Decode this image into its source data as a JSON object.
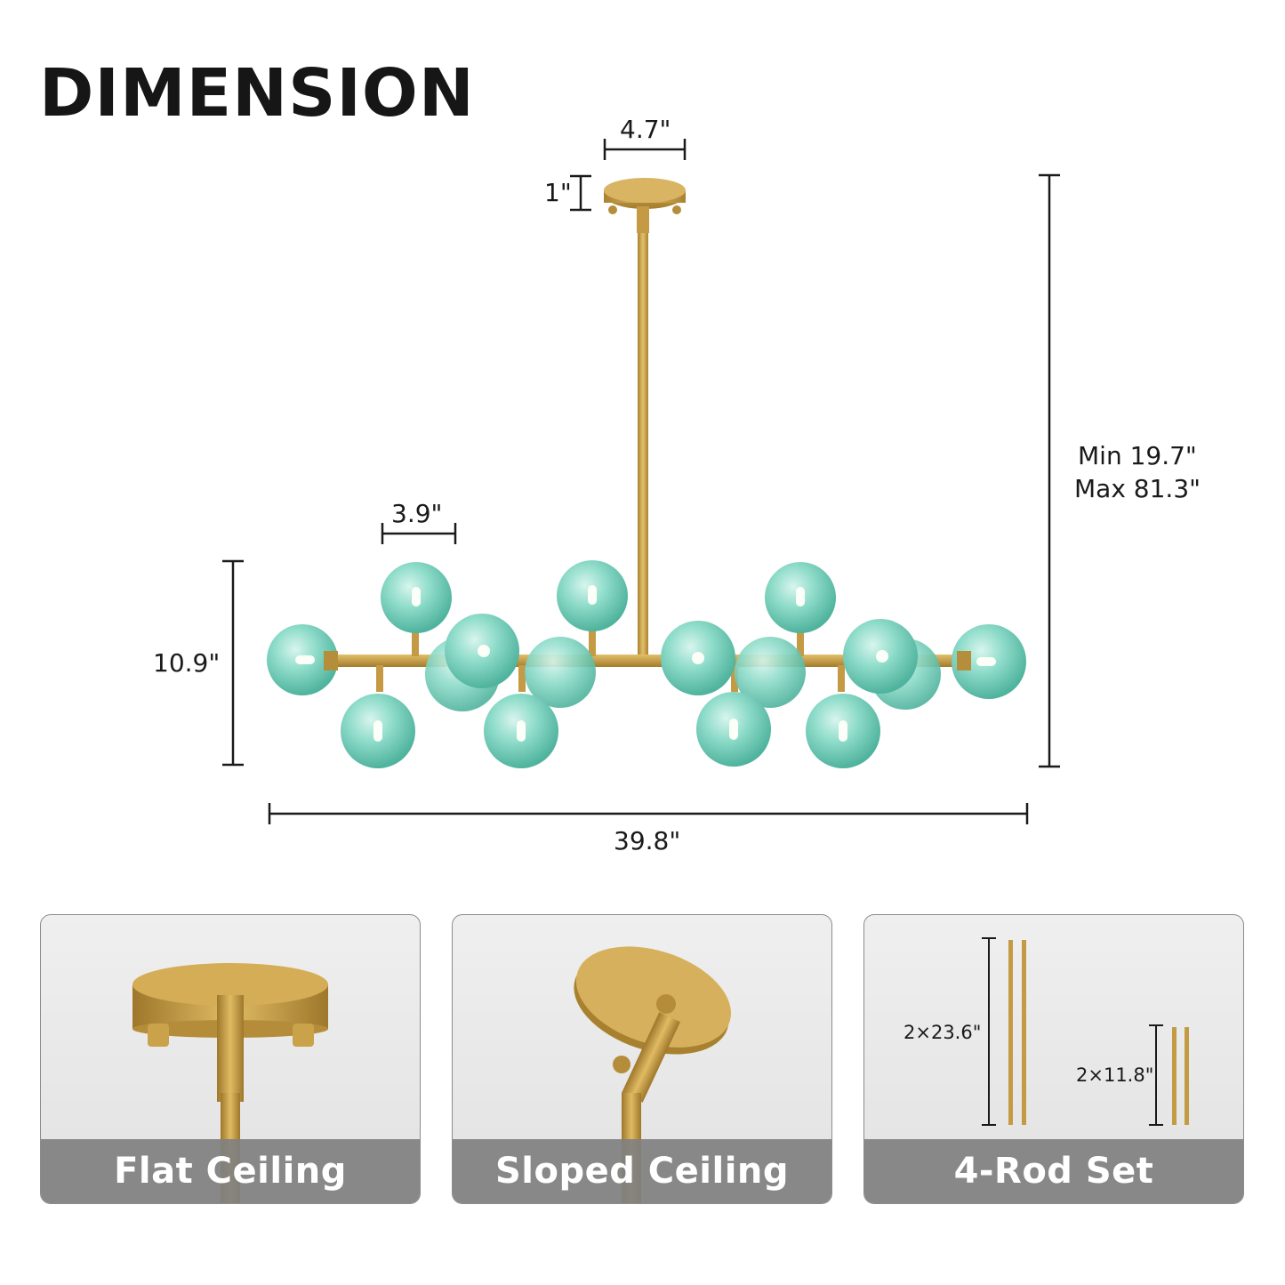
{
  "title": "DIMENSION",
  "dimensions": {
    "canopy_width": "4.7\"",
    "canopy_height": "1\"",
    "globe_diameter": "3.9\"",
    "fixture_height": "10.9\"",
    "fixture_width": "39.8\"",
    "overall_min": "Min 19.7\"",
    "overall_max": "Max 81.3\""
  },
  "cards": {
    "flat": {
      "label": "Flat Ceiling"
    },
    "sloped": {
      "label": "Sloped Ceiling"
    },
    "rods": {
      "label": "4-Rod Set",
      "long_rods": "2×23.6\"",
      "short_rods": "2×11.8\""
    }
  },
  "colors": {
    "brass": "#c9a24a",
    "glass": "#7fd3c2",
    "line": "#1a1a1a",
    "band": "#808080"
  }
}
